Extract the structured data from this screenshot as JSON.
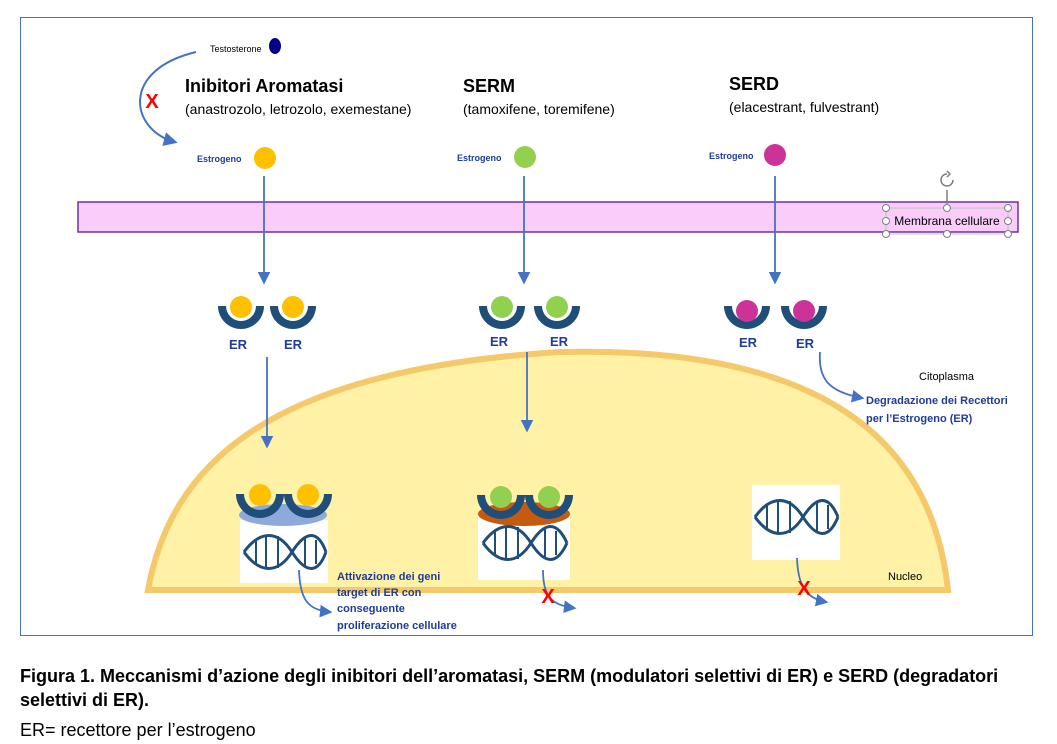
{
  "labels": {
    "testosterone": "Testosterone",
    "estrogen": "Estrogeno",
    "er": "ER",
    "membrane": "Membrana cellulare",
    "cytoplasm": "Citoplasma",
    "nucleus": "Nucleo",
    "block_mark": "X"
  },
  "groups": [
    {
      "title": "Inibitori Aromatasi",
      "subtitle": "(anastrozolo, letrozolo, exemestane)",
      "color": "#ffc000",
      "outcome": [
        "Attivazione dei geni",
        "target di ER con",
        "conseguente",
        "proliferazione cellulare"
      ]
    },
    {
      "title": "SERM",
      "subtitle": "(tamoxifene, toremifene)",
      "color": "#92d050",
      "outcome": []
    },
    {
      "title": "SERD",
      "subtitle": "(elacestrant, fulvestrant)",
      "color": "#cc3399",
      "outcome": []
    }
  ],
  "degradation": [
    "Degradazione dei Recettori",
    "per l’Estrogeno (ER)"
  ],
  "colors": {
    "receptor": "#1f4e79",
    "testosterone": "#00008b",
    "membrane_fill": "#f9ccfa",
    "nucleus_fill": "#fff2a6",
    "nucleus_stroke": "#f5c869",
    "arrow": "#4472c4",
    "block": "#ff0000",
    "label_blue": "#1f3c99",
    "cofactor_1": "#8ea9db",
    "cofactor_2": "#c55a11"
  },
  "caption": {
    "figure": "Figura 1. Meccanismi d’azione degli inibitori dell’aromatasi, SERM (modulatori selettivi di ER) e SERD (degradatori selettivi di ER).",
    "note": "ER= recettore per l’estrogeno"
  }
}
